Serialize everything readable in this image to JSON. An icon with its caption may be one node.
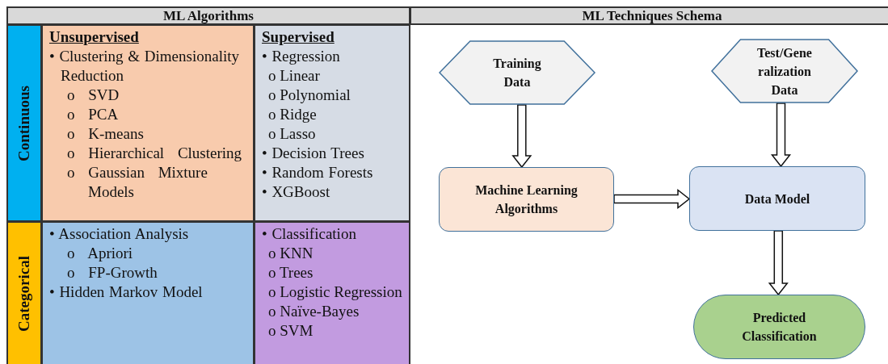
{
  "diagram": {
    "nodes": [
      {
        "text": [
          "ML Algorithms"
        ]
      },
      {
        "text": [
          "Continuous"
        ]
      },
      {
        "text": [
          "Unsupervised",
          "• Clustering & Dimensionality Reduction",
          "o SVD",
          "o PCA",
          "o K-means",
          "o Hierarchical Clustering",
          "o Gaussian Mixture Models"
        ]
      },
      {
        "text": [
          "Supervised",
          "• Regression",
          "o Linear",
          "o Polynomial",
          "o Ridge",
          "o Lasso",
          "• Decision Trees",
          "• Random Forests",
          "• XGBoost"
        ]
      },
      {
        "text": [
          "Categorical"
        ]
      },
      {
        "text": [
          "• Association Analysis",
          "o Apriori",
          "o FP-Growth",
          "• Hidden Markov Model"
        ]
      },
      {
        "text": [
          "• Classification",
          "o KNN",
          "o Trees",
          "o Logistic Regression",
          "o Naïve-Bayes",
          "o SVM"
        ]
      },
      {
        "text": [
          "ML Techniques Schema"
        ]
      },
      {
        "text": [
          "Training Data"
        ]
      },
      {
        "text": [
          "Test/Gene ralization Data"
        ]
      },
      {
        "text": [
          "Machine Learning Algorithms"
        ]
      },
      {
        "text": [
          "Data Model"
        ]
      },
      {
        "text": [
          "Predicted Classification"
        ]
      }
    ],
    "edges": [
      {
        "from": 8,
        "to": 10,
        "arrow": "to"
      },
      {
        "from": 9,
        "to": 11,
        "arrow": "to"
      },
      {
        "from": 10,
        "to": 11,
        "arrow": "to"
      },
      {
        "from": 11,
        "to": 12,
        "arrow": "to"
      }
    ]
  }
}
